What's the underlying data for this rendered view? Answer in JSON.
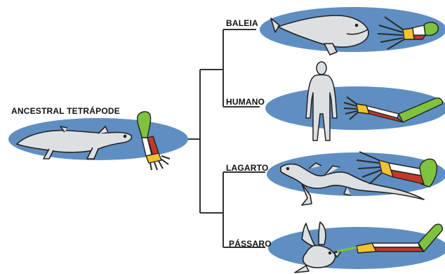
{
  "labels": {
    "ancestor": "ANCESTRAL TETRÁPODE",
    "whale": "BALEIA",
    "human": "HUMANO",
    "lizard": "LAGARTO",
    "bird": "PÁSSARO"
  },
  "colors": {
    "ellipse": "#5f8fc2",
    "line": "#333333",
    "humerus": "#7ec23e",
    "radius": "#c0392b",
    "ulna": "#ffffff",
    "carpals": "#f2c230",
    "digits": "#2a2a2a",
    "animal_fill": "#dde0e3",
    "animal_stroke": "#222222"
  },
  "icons": [
    "ancestor-reptile-icon",
    "whale-icon",
    "human-figure-icon",
    "lizard-icon",
    "bird-icon",
    "limb-bones-icon"
  ]
}
